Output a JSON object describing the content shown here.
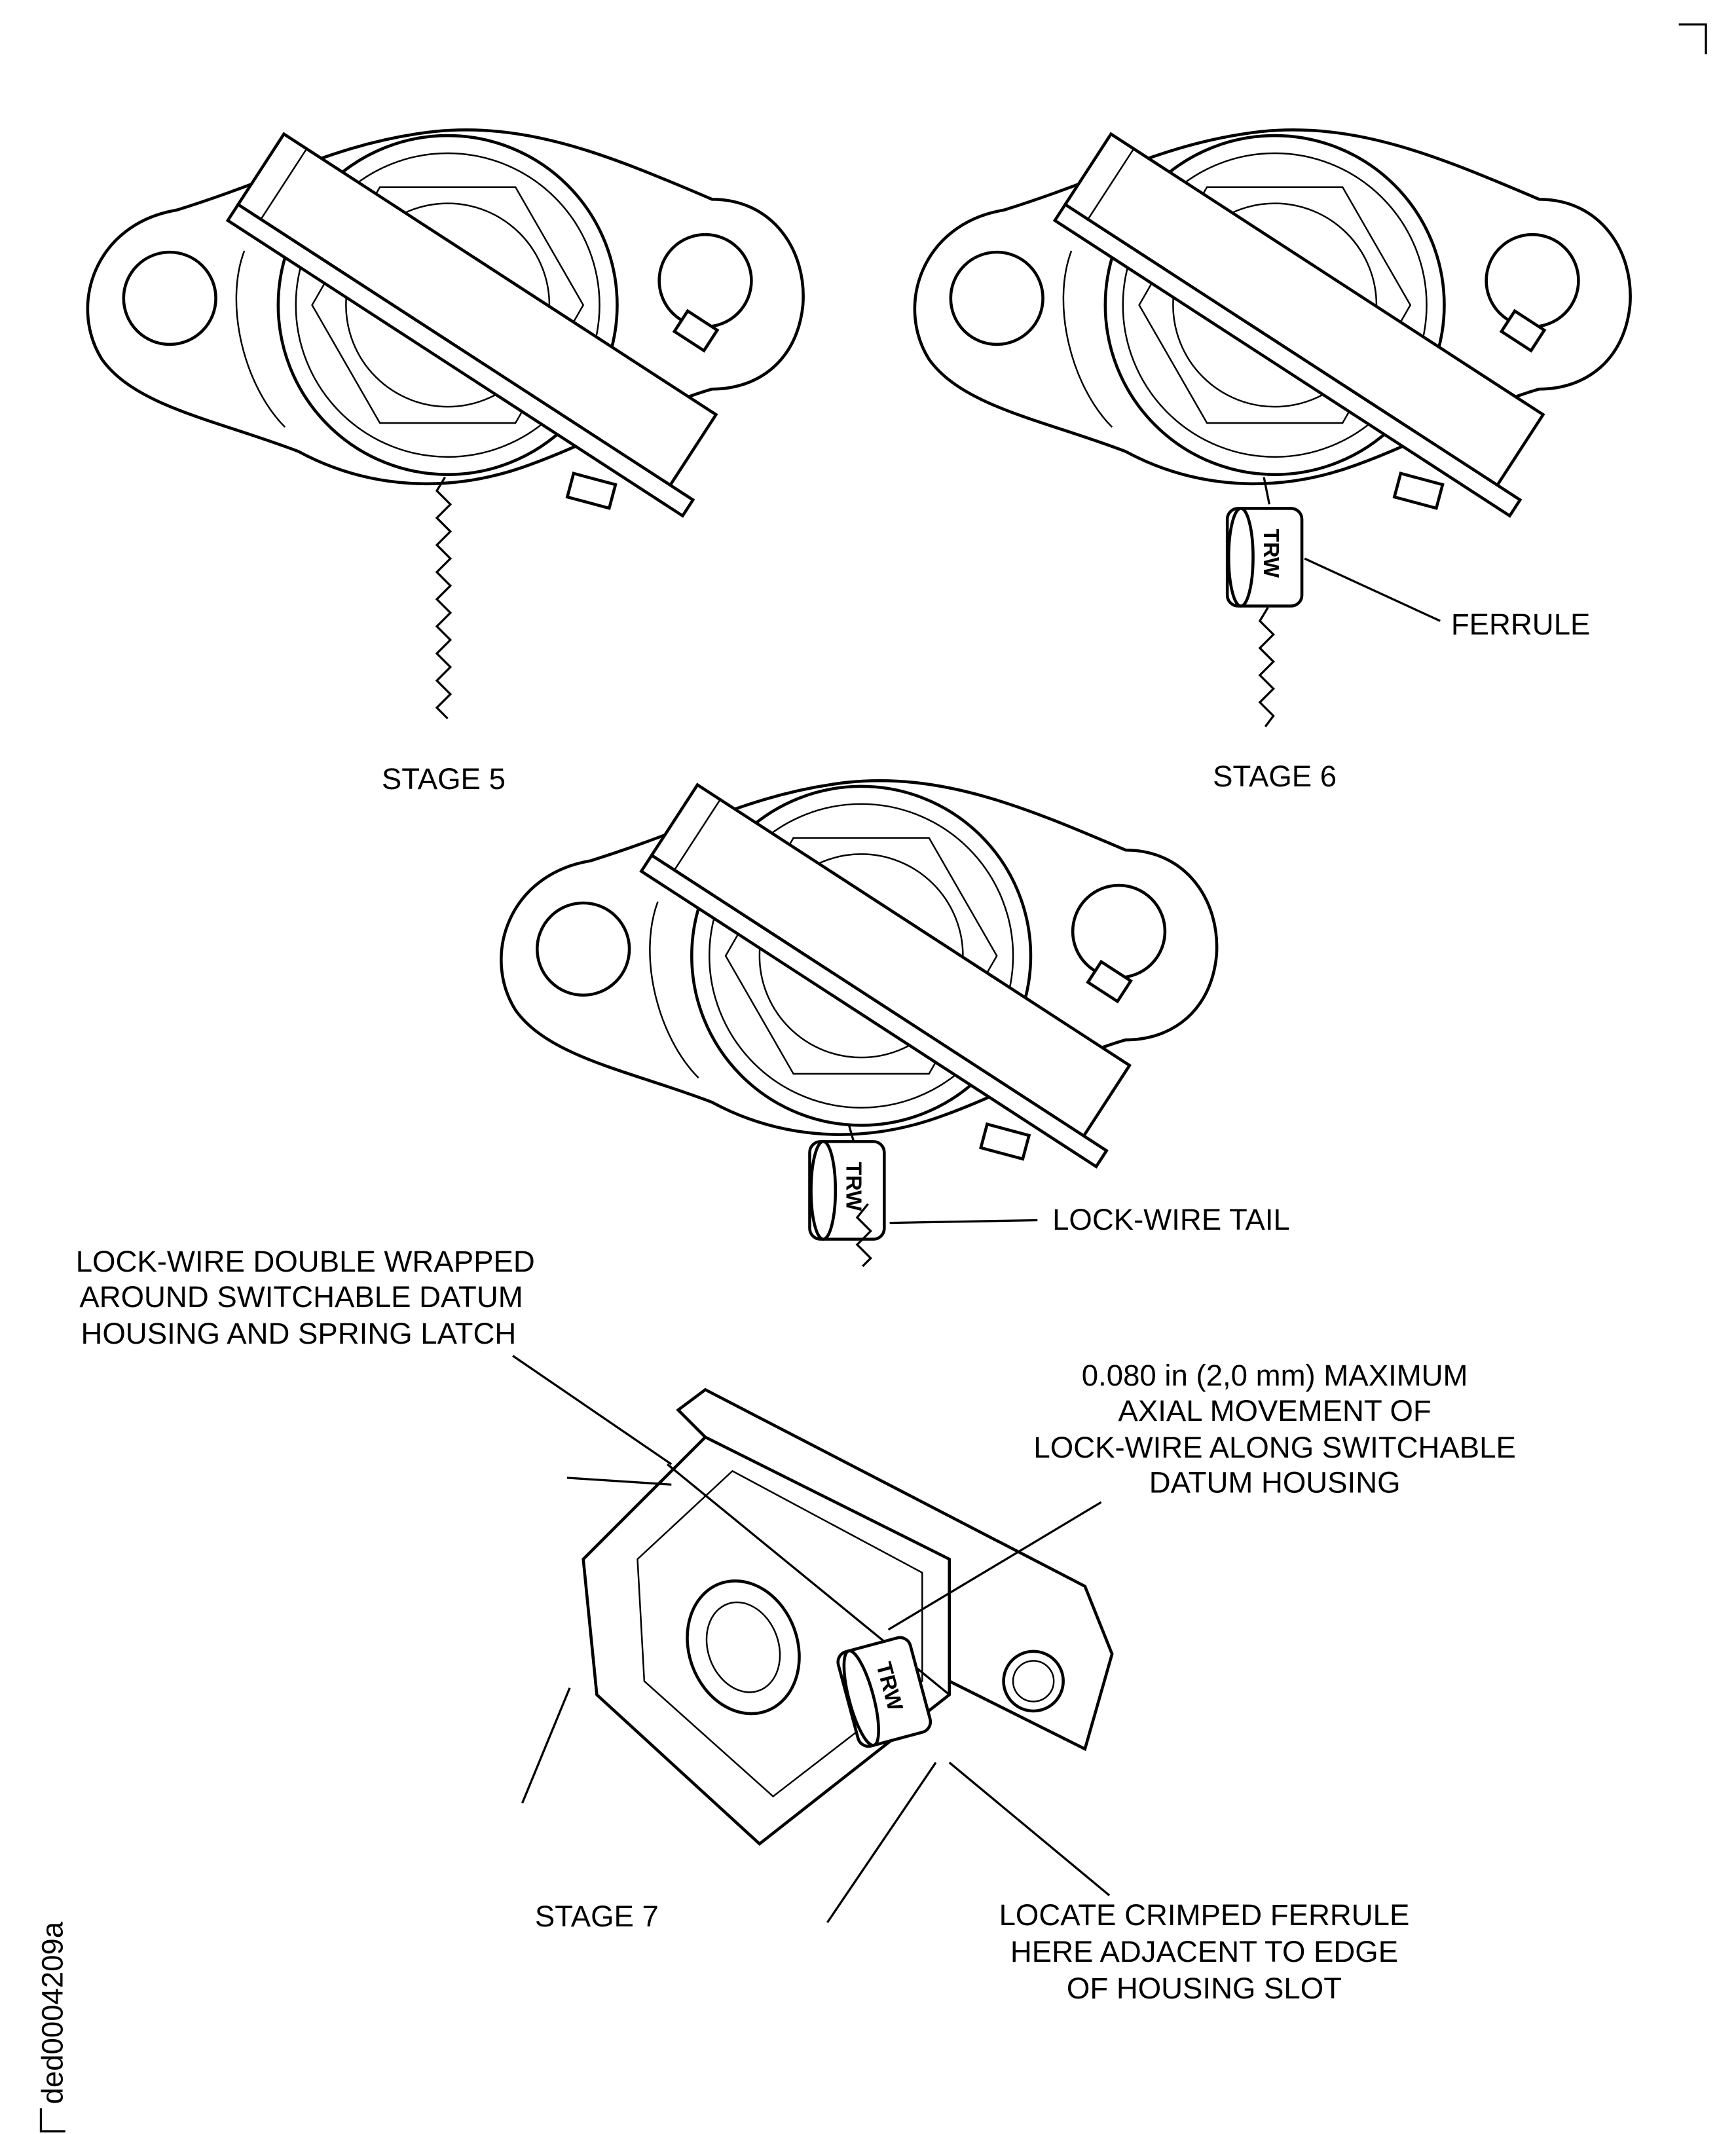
{
  "figure_id": "ded0004209a",
  "stages": {
    "stage5": "STAGE 5",
    "stage6": "STAGE 6",
    "stage7": "STAGE 7"
  },
  "callouts": {
    "ferrule": "FERRULE",
    "lock_wire_tail": "LOCK-WIRE TAIL",
    "double_wrapped": [
      "LOCK-WIRE DOUBLE WRAPPED",
      "AROUND SWITCHABLE DATUM",
      "HOUSING AND SPRING LATCH"
    ],
    "max_movement": [
      "0.080 in (2,0 mm) MAXIMUM",
      "AXIAL MOVEMENT OF",
      "LOCK-WIRE ALONG SWITCHABLE",
      "DATUM HOUSING"
    ],
    "locate_ferrule": [
      "LOCATE CRIMPED FERRULE",
      "HERE ADJACENT TO EDGE",
      "OF HOUSING SLOT"
    ]
  },
  "ferrule_marking": "TRW"
}
